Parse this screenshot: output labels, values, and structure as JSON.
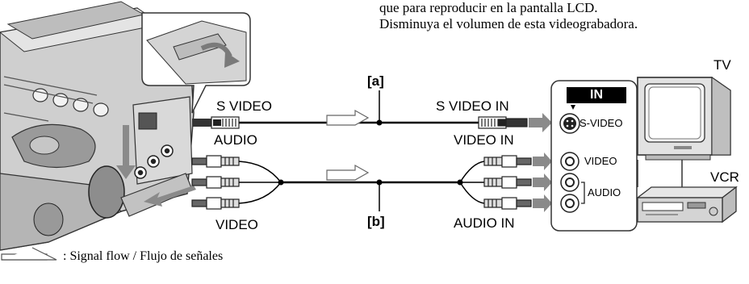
{
  "header": {
    "line1": "que para reproducir en la pantalla LCD.",
    "line2": "Disminuya el volumen de esta videograbadora."
  },
  "camcorder_labels": {
    "s_video": "S VIDEO",
    "audio": "AUDIO",
    "video": "VIDEO"
  },
  "cable_labels": {
    "a": "[a]",
    "b": "[b]"
  },
  "tv_side_labels": {
    "s_video_in": "S VIDEO IN",
    "video_in": "VIDEO IN",
    "audio_in": "AUDIO IN"
  },
  "panel": {
    "header": "IN",
    "s_video": "S-VIDEO",
    "video": "VIDEO",
    "audio": "AUDIO"
  },
  "devices": {
    "tv": "TV",
    "vcr": "VCR"
  },
  "legend": {
    "text": ": Signal flow / Flujo de señales"
  }
}
